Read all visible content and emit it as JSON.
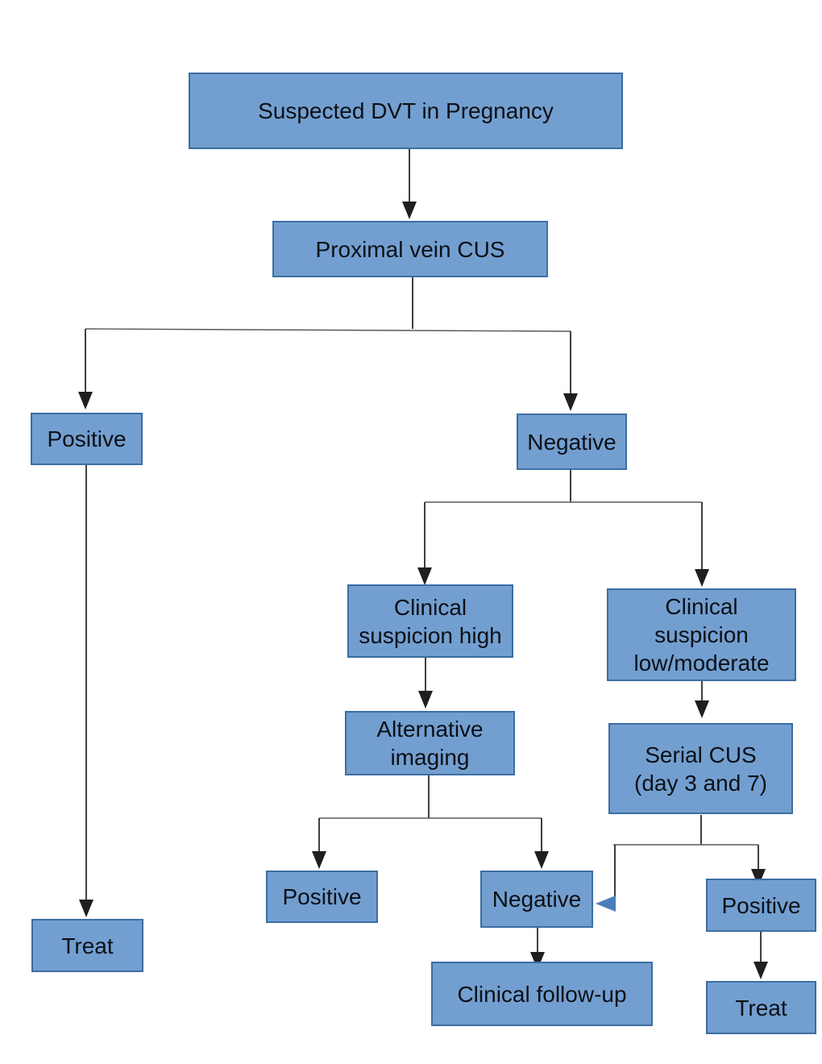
{
  "diagram": {
    "type": "flowchart",
    "title": "Suspected DVT in Pregnancy",
    "colors": {
      "background": "#ffffff",
      "node_fill": "#739fd0",
      "node_border": "#3c6da2",
      "text": "#0c1016",
      "connector": "#1f1f1f",
      "hline": "#585858",
      "loop_arrowhead": "#4a7ebb"
    },
    "nodes": {
      "suspected": {
        "label": "Suspected DVT in Pregnancy"
      },
      "proximal": {
        "label": "Proximal vein CUS"
      },
      "cus_positive": {
        "label": "Positive"
      },
      "cus_negative": {
        "label": "Negative"
      },
      "clinical_high": {
        "label": "Clinical\nsuspicion high"
      },
      "clinical_low": {
        "label": "Clinical\nsuspicion\nlow/moderate"
      },
      "alt_imaging": {
        "label": "Alternative\nimaging"
      },
      "serial_cus": {
        "label": "Serial CUS\n(day 3 and 7)"
      },
      "alt_positive": {
        "label": "Positive"
      },
      "alt_negative": {
        "label": "Negative"
      },
      "clinical_followup": {
        "label": "Clinical follow-up"
      },
      "serial_positive": {
        "label": "Positive"
      },
      "serial_treat": {
        "label": "Treat"
      },
      "cus_treat": {
        "label": "Treat"
      }
    },
    "edges": [
      {
        "from": "suspected",
        "to": "proximal"
      },
      {
        "from": "proximal",
        "to": "cus_positive"
      },
      {
        "from": "proximal",
        "to": "cus_negative"
      },
      {
        "from": "cus_positive",
        "to": "cus_treat"
      },
      {
        "from": "cus_negative",
        "to": "clinical_high"
      },
      {
        "from": "cus_negative",
        "to": "clinical_low"
      },
      {
        "from": "clinical_high",
        "to": "alt_imaging"
      },
      {
        "from": "clinical_low",
        "to": "serial_cus"
      },
      {
        "from": "alt_imaging",
        "to": "alt_positive"
      },
      {
        "from": "alt_imaging",
        "to": "alt_negative"
      },
      {
        "from": "serial_cus",
        "to": "alt_negative",
        "style": "blue-arrowhead"
      },
      {
        "from": "serial_cus",
        "to": "serial_positive"
      },
      {
        "from": "alt_negative",
        "to": "clinical_followup"
      },
      {
        "from": "serial_positive",
        "to": "serial_treat"
      }
    ]
  }
}
